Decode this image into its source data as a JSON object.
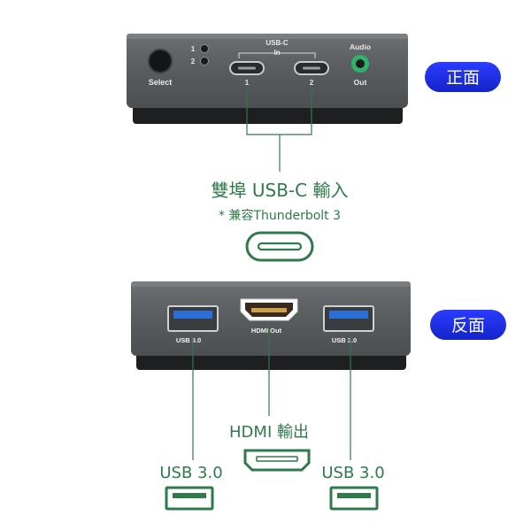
{
  "badges": {
    "front": "正面",
    "back": "反面"
  },
  "front_device": {
    "select_label": "Select",
    "led_1": "1",
    "led_2": "2",
    "usbc_group_label_1": "USB-C",
    "usbc_group_label_2": "In",
    "port_1_number": "1",
    "port_2_number": "2",
    "audio_label_1": "Audio",
    "audio_label_2": "Out"
  },
  "front_callout": {
    "title": "雙埠 USB-C 輸入",
    "subtitle": "* 兼容Thunderbolt 3"
  },
  "back_device": {
    "usb_left_label": "USB 3.0",
    "hdmi_label": "HDMI Out",
    "usb_right_label": "USB 3.0"
  },
  "back_callouts": {
    "hdmi": "HDMI 輸出",
    "usb_left": "USB 3.0",
    "usb_right": "USB 3.0"
  },
  "colors": {
    "green": "#2f7a4a",
    "badge_blue": "#1a2fe0",
    "device_gray": "#55595c",
    "device_base": "#1e1f20",
    "usb3_blue": "#2a6fd6",
    "audio_green": "#2fb36a"
  }
}
